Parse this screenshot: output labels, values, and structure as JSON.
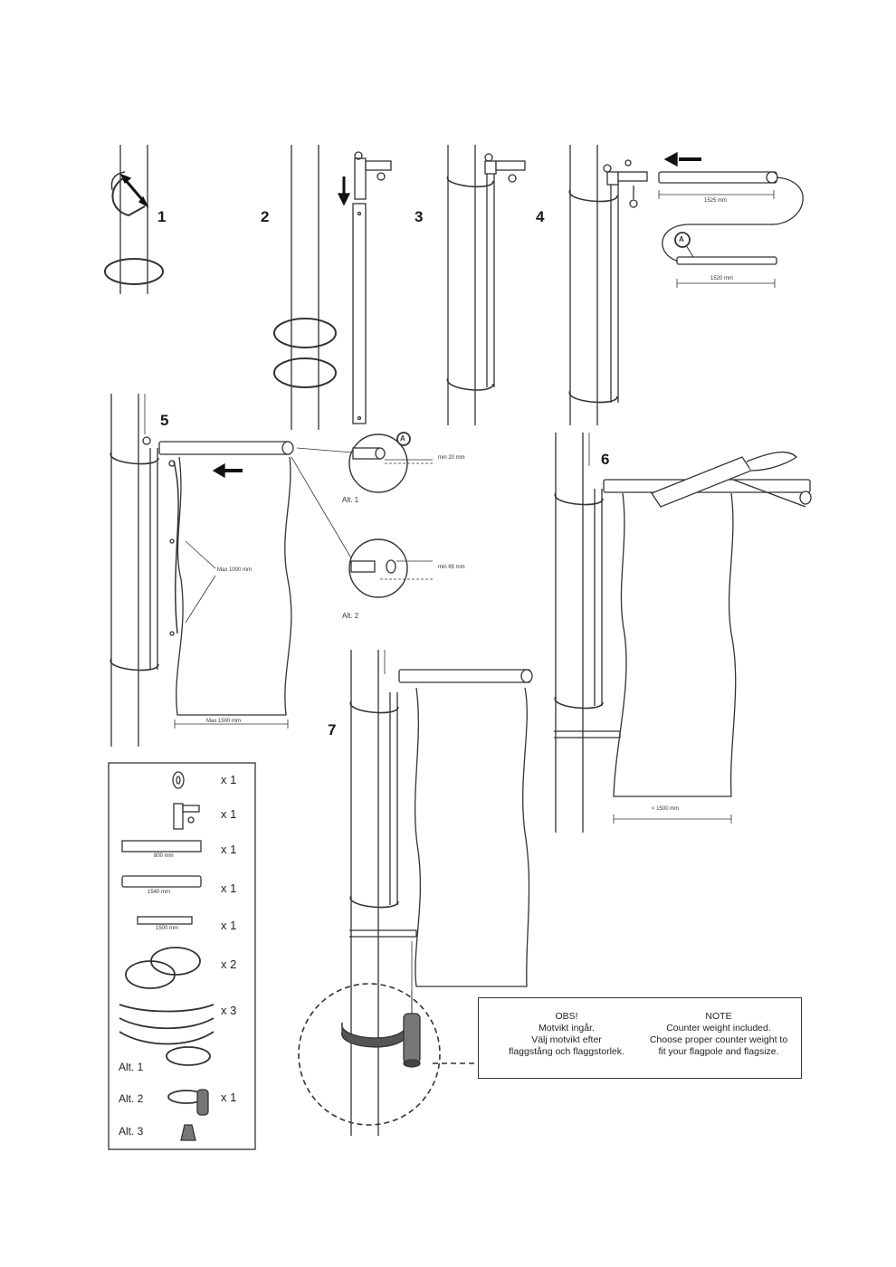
{
  "steps": [
    "1",
    "2",
    "3",
    "4",
    "5",
    "6",
    "7"
  ],
  "dims": {
    "s4_top": "1525 mm",
    "s4_bottom": "1520 mm",
    "s5_min20": "min 20 mm",
    "s5_min65": "min 65 mm",
    "s5_max1000": "Max 1000 mm",
    "s5_max1500": "Max 1500 mm",
    "s6_lt1500": "< 1500 mm",
    "parts_800": "800 mm",
    "parts_1540": "1540 mm",
    "parts_1500": "1500 mm"
  },
  "callout_label": "A",
  "alts": {
    "s5_alt1": "Alt. 1",
    "s5_alt2": "Alt. 2",
    "parts_alt1": "Alt. 1",
    "parts_alt2": "Alt. 2",
    "parts_alt3": "Alt. 3"
  },
  "parts": [
    "x 1",
    "x 1",
    "x 1",
    "x 1",
    "x 1",
    "x 2",
    "x 3",
    "x 1"
  ],
  "note": {
    "sv_title": "OBS!",
    "sv_line1": "Motvikt ingår.",
    "sv_line2": "Välj motvikt efter",
    "sv_line3": "flaggstång och flaggstorlek.",
    "en_title": "NOTE",
    "en_line1": "Counter weight included.",
    "en_line2": "Choose proper counter weight to",
    "en_line3": "fit your flagpole and flagsize."
  }
}
